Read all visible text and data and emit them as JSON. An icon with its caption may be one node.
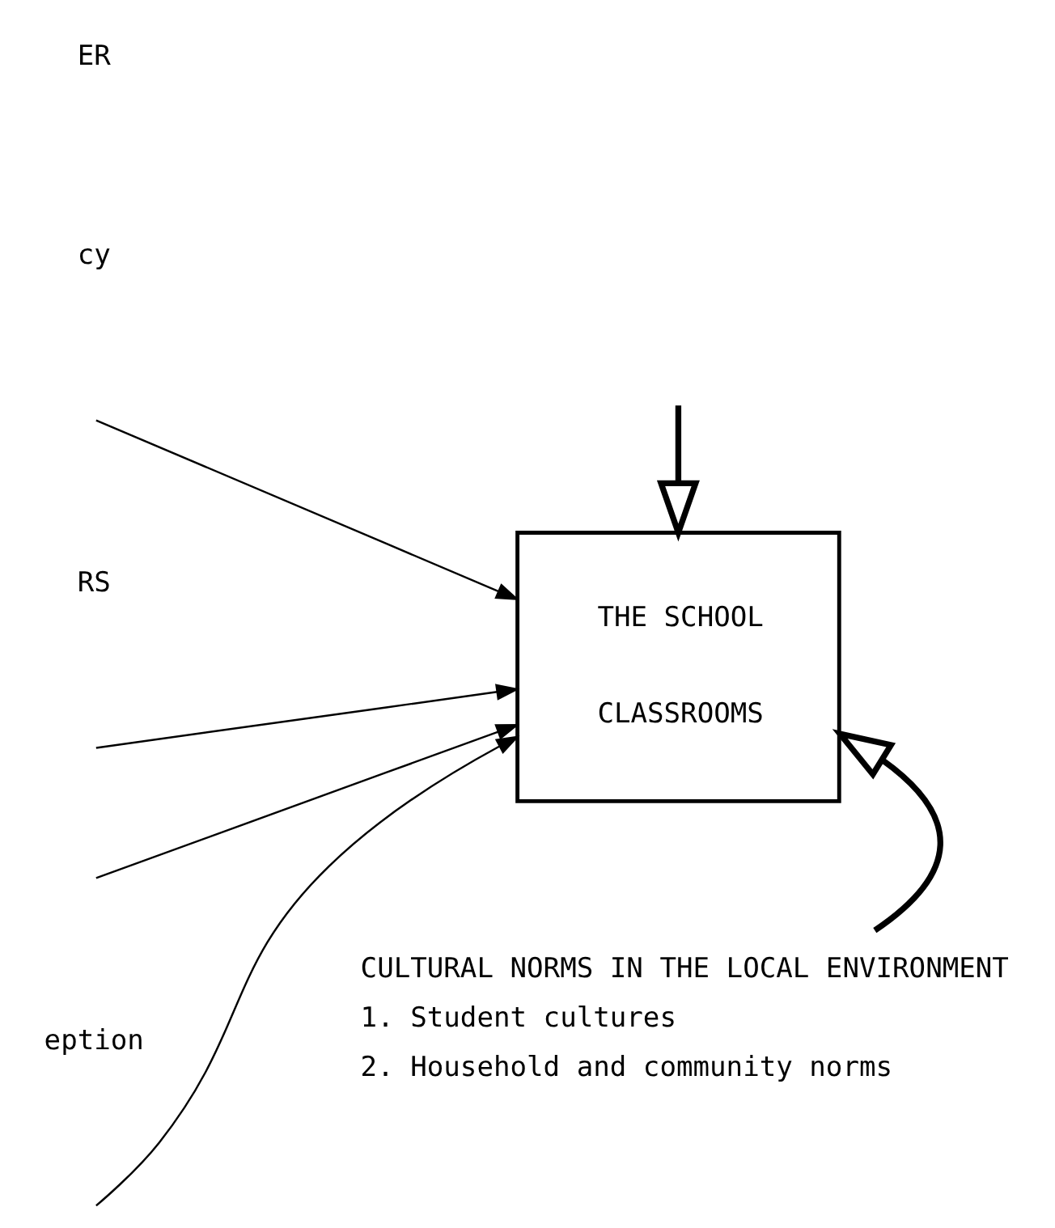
{
  "diagram": {
    "nodes": [
      {
        "text": [
          "THE SCHOOL",
          "CLASSROOMS"
        ]
      },
      {
        "text": [
          "CULTURAL NORMS IN THE LOCAL ENVIRONMENT",
          "1. Student cultures",
          "2. Household and community norms"
        ]
      }
    ],
    "edges": [
      {
        "from": null,
        "to": 0,
        "arrow": "to"
      },
      {
        "from": null,
        "to": 0,
        "arrow": "to"
      },
      {
        "from": null,
        "to": 0,
        "arrow": "to"
      },
      {
        "from": null,
        "to": 0,
        "arrow": "to"
      },
      {
        "from": null,
        "to": 0,
        "arrow": "to",
        "style": "thick"
      },
      {
        "from": 1,
        "to": 0,
        "arrow": "to",
        "style": "thick"
      }
    ],
    "labels": [
      "ER",
      "cy",
      "RS",
      "eption"
    ]
  }
}
